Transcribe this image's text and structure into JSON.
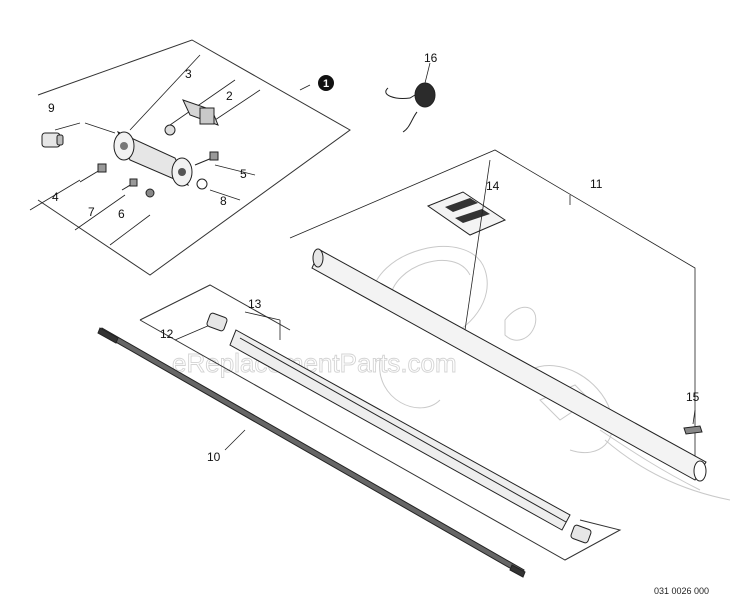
{
  "watermark": "eReplacementParts.com",
  "diagram_code": "031 0026 000",
  "group_badge": "1",
  "callouts": {
    "c2": "2",
    "c3": "3",
    "c4": "4",
    "c5": "5",
    "c6": "6",
    "c7": "7",
    "c8": "8",
    "c9": "9",
    "c10": "10",
    "c11": "11",
    "c12": "12",
    "c13": "13",
    "c14": "14",
    "c15": "15",
    "c16": "16"
  },
  "colors": {
    "ink": "#222222",
    "ghost": "#c9c9c9",
    "part_fill": "#e6e6e6",
    "dark": "#2b2b2b"
  }
}
